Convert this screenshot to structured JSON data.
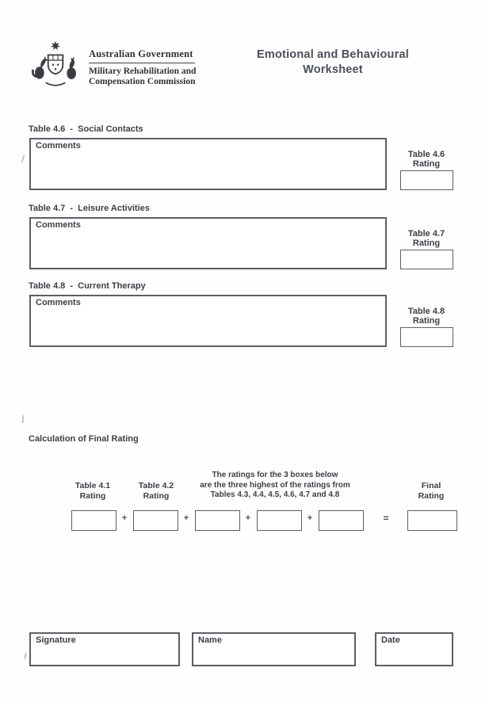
{
  "header": {
    "logo_name": "australian-coat-of-arms",
    "agency": {
      "line1": "Australian Government",
      "line2": "Military Rehabilitation and",
      "line3": "Compensation Commission"
    },
    "title": {
      "line1": "Emotional and Behavioural",
      "line2": "Worksheet"
    }
  },
  "sections": [
    {
      "title": "Table 4.6  -  Social Contacts",
      "comments_label": "Comments",
      "comments_value": "",
      "rating_label": {
        "line1": "Table 4.6",
        "line2": "Rating"
      },
      "rating_value": ""
    },
    {
      "title": "Table 4.7  -  Leisure Activities",
      "comments_label": "Comments",
      "comments_value": "",
      "rating_label": {
        "line1": "Table 4.7",
        "line2": "Rating"
      },
      "rating_value": ""
    },
    {
      "title": "Table 4.8  -  Current Therapy",
      "comments_label": "Comments",
      "comments_value": "",
      "rating_label": {
        "line1": "Table 4.8",
        "line2": "Rating"
      },
      "rating_value": ""
    }
  ],
  "calculation": {
    "heading": "Calculation of Final Rating",
    "addend1_label": {
      "line1": "Table 4.1",
      "line2": "Rating"
    },
    "addend2_label": {
      "line1": "Table 4.2",
      "line2": "Rating"
    },
    "note": {
      "line1": "The ratings for the 3 boxes below",
      "line2": "are the three highest of the ratings from",
      "line3": "Tables 4.3, 4.4, 4.5, 4.6, 4.7 and 4.8"
    },
    "final_label": {
      "line1": "Final",
      "line2": "Rating"
    },
    "operators": {
      "plus": "+",
      "equals": "="
    },
    "values": {
      "addend1": "",
      "addend2": "",
      "addend3": "",
      "addend4": "",
      "addend5": "",
      "final": ""
    }
  },
  "footer": {
    "signature_label": "Signature",
    "signature_value": "",
    "name_label": "Name",
    "name_value": "",
    "date_label": "Date",
    "date_value": ""
  },
  "colors": {
    "text": "#3b3f46",
    "title_text": "#4a4f59",
    "box_border": "#5b5f66",
    "crest": "#3a3e44"
  }
}
